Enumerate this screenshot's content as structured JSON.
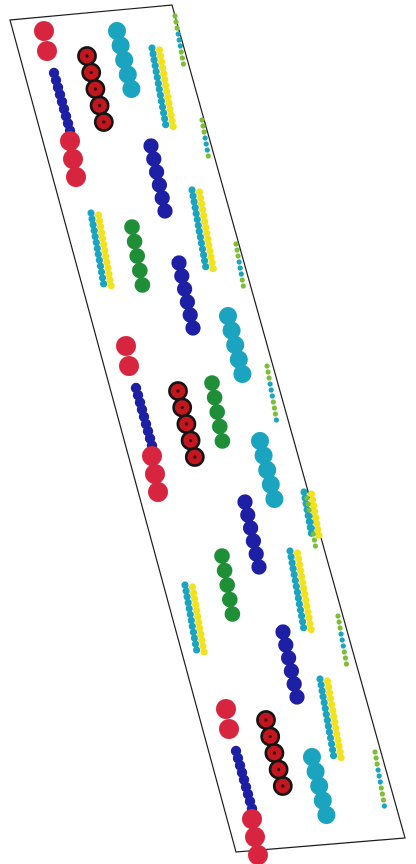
{
  "colors": {
    "red": "#d8253f",
    "dark_red": "#c3161e",
    "navy": "#1d1fa4",
    "teal": "#1aa4bf",
    "green": "#1f8f37",
    "yellow": "#f2e21d",
    "lime": "#7dbe38",
    "outline": "#141414",
    "background": "#ffffff"
  },
  "group_kinds": [
    "red-navy-chain",
    "outlined-red-chain",
    "teal-chain",
    "yellow-teal-ladder",
    "lime-teal-dash",
    "navy-chain",
    "green-chain"
  ]
}
